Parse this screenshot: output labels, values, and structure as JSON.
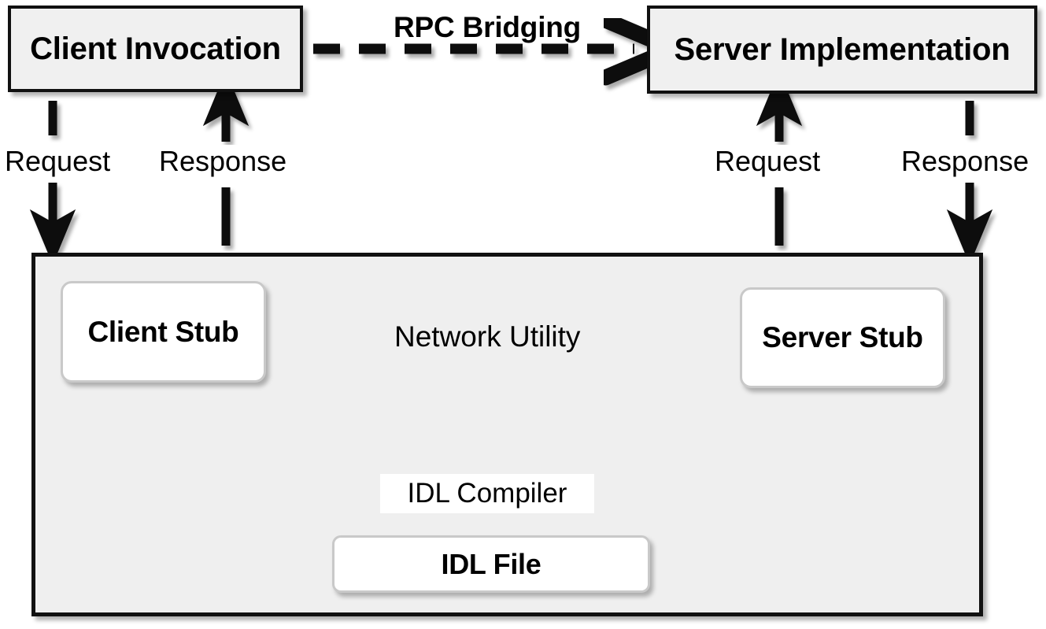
{
  "diagram": {
    "title": "RPC architecture diagram",
    "colors": {
      "box_fill_gray": "#f0f0f0",
      "container_fill": "#efefef",
      "stub_fill": "#ffffff",
      "stroke_black": "#111111",
      "stub_border": "#c9c9c9",
      "page_background": "#ffffff"
    },
    "nodes": {
      "client_invocation": "Client Invocation",
      "server_implementation": "Server Implementation",
      "client_stub": "Client Stub",
      "server_stub": "Server Stub",
      "idl_compiler": "IDL Compiler",
      "idl_file": "IDL File"
    },
    "edge_labels": {
      "rpc_bridging": "RPC Bridging",
      "network_utility": "Network Utility",
      "request_left": "Request",
      "response_left": "Response",
      "request_right": "Request",
      "response_right": "Response"
    },
    "edges": [
      {
        "from": "client_invocation",
        "to": "server_implementation",
        "label": "RPC Bridging",
        "style": "dashed",
        "direction": "right"
      },
      {
        "from": "client_invocation",
        "to": "client_stub",
        "label": "Request",
        "style": "solid",
        "direction": "down"
      },
      {
        "from": "client_stub",
        "to": "client_invocation",
        "label": "Response",
        "style": "solid",
        "direction": "up"
      },
      {
        "from": "server_stub",
        "to": "server_implementation",
        "label": "Request",
        "style": "solid",
        "direction": "up"
      },
      {
        "from": "server_implementation",
        "to": "server_stub",
        "label": "Response",
        "style": "solid",
        "direction": "down"
      },
      {
        "from": "client_stub",
        "to": "server_stub",
        "label": "Network Utility",
        "style": "solid",
        "direction": "right"
      },
      {
        "from": "server_stub",
        "to": "client_stub",
        "label": "Network Utility",
        "style": "solid",
        "direction": "left"
      },
      {
        "from": "idl_compiler",
        "to": "client_stub",
        "style": "solid",
        "direction": "up-left"
      },
      {
        "from": "idl_compiler",
        "to": "server_stub",
        "style": "solid",
        "direction": "up-right"
      },
      {
        "from": "idl_file",
        "to": "idl_compiler",
        "style": "solid",
        "direction": "up"
      }
    ]
  }
}
